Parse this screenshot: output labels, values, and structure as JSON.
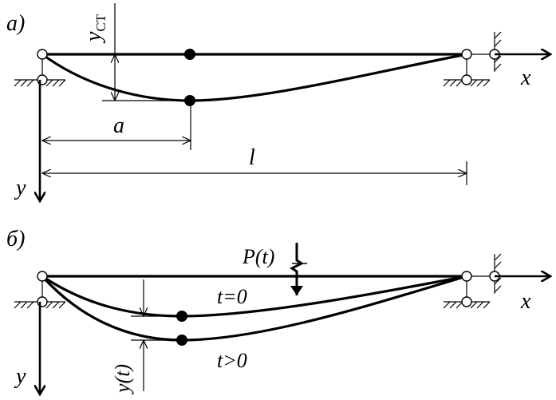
{
  "panel_a": {
    "panel_label": "а)",
    "y_st_symbol": "y",
    "y_st_subscript": "CT",
    "dim_a": "a",
    "dim_l": "l",
    "axis_x": "x",
    "axis_y": "y"
  },
  "panel_b": {
    "panel_label": "б)",
    "force": "P(t)",
    "curve_t0": "t=0",
    "curve_tgt0": "t>0",
    "y_t": "y(t)",
    "axis_x": "x",
    "axis_y": "y"
  }
}
